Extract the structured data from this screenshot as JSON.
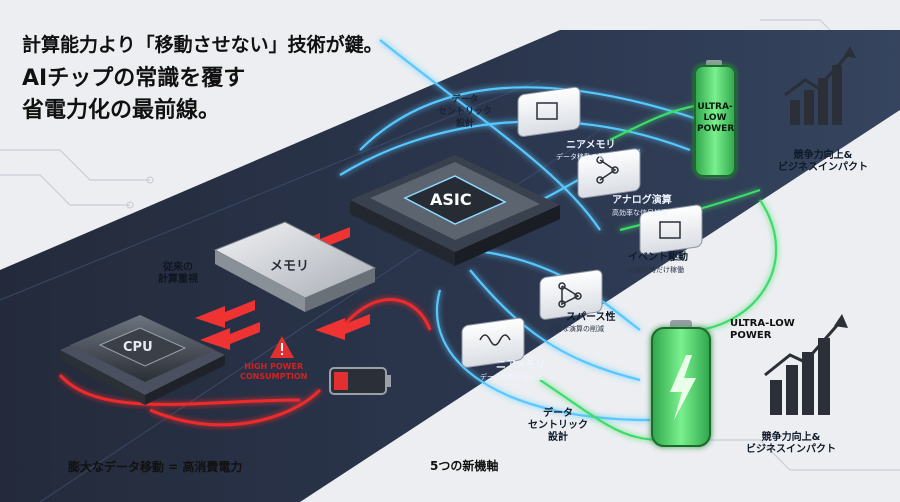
{
  "headline": {
    "line1": "計算能力より「移動させない」技術が鍵。",
    "line2": "AIチップの常識を覆す",
    "line3": "省電力化の最前線。"
  },
  "cpu": {
    "label": "CPU"
  },
  "memory": {
    "label": "メモリ"
  },
  "asic": {
    "label": "ASIC"
  },
  "left_side": {
    "traditional": "従来の\n計算重視",
    "warning": "HIGH POWER\nCONSUMPTION",
    "bottom_caption": "膨大なデータ移動 = 高消費電力"
  },
  "center": {
    "data_centric_top": "データ\nセントリック\n設計",
    "data_centric_bottom": "データ\nセントリック\n設計",
    "five_axes": "5つの新機軸"
  },
  "techniques": [
    {
      "title": "ニアメモリ",
      "subtitle": "データ移動の最小化",
      "icon": "chip-icon"
    },
    {
      "title": "アナログ演算",
      "subtitle": "高効率な信号処理",
      "icon": "neural-network-icon"
    },
    {
      "title": "イベント駆動",
      "subtitle": "必要な時だけ稼働",
      "icon": "event-chip-icon"
    },
    {
      "title": "スパース性",
      "subtitle": "不要な演算の削減",
      "icon": "sparse-network-icon"
    },
    {
      "title": "ニアメモリ",
      "subtitle": "データ移動の最小化",
      "icon": "waveform-icon"
    }
  ],
  "right_side": {
    "battery_top": "ULTRA-\nLOW\nPOWER",
    "battery_bottom": "ULTRA-LOW\nPOWER",
    "impact_top": "競争力向上&\nビジネスインパクト",
    "impact_bottom": "競争力向上&\nビジネスインパクト"
  },
  "colors": {
    "dark_band": "#1a2336",
    "red_flow": "#ef2a2a",
    "blue_flow": "#4fc3ff",
    "green_flow": "#3ddc6a",
    "battery_green": "#46d36a"
  }
}
